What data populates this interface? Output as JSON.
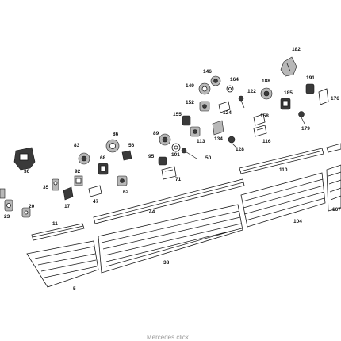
{
  "diagram": {
    "callouts": [
      {
        "id": "182"
      },
      {
        "id": "146"
      },
      {
        "id": "164"
      },
      {
        "id": "188"
      },
      {
        "id": "191"
      },
      {
        "id": "176"
      },
      {
        "id": "149"
      },
      {
        "id": "122"
      },
      {
        "id": "185"
      },
      {
        "id": "152"
      },
      {
        "id": "124"
      },
      {
        "id": "155"
      },
      {
        "id": "158"
      },
      {
        "id": "179"
      },
      {
        "id": "86"
      },
      {
        "id": "89"
      },
      {
        "id": "134"
      },
      {
        "id": "113"
      },
      {
        "id": "116"
      },
      {
        "id": "83"
      },
      {
        "id": "56"
      },
      {
        "id": "128"
      },
      {
        "id": "68"
      },
      {
        "id": "95"
      },
      {
        "id": "101"
      },
      {
        "id": "50"
      },
      {
        "id": "30"
      },
      {
        "id": "92"
      },
      {
        "id": "71"
      },
      {
        "id": "110"
      },
      {
        "id": "35"
      },
      {
        "id": "62"
      },
      {
        "id": "47"
      },
      {
        "id": "17"
      },
      {
        "id": "20"
      },
      {
        "id": "23"
      },
      {
        "id": "44"
      },
      {
        "id": "167"
      },
      {
        "id": "11"
      },
      {
        "id": "104"
      },
      {
        "id": "38"
      },
      {
        "id": "5"
      }
    ]
  },
  "watermark": "Mercedes.click"
}
